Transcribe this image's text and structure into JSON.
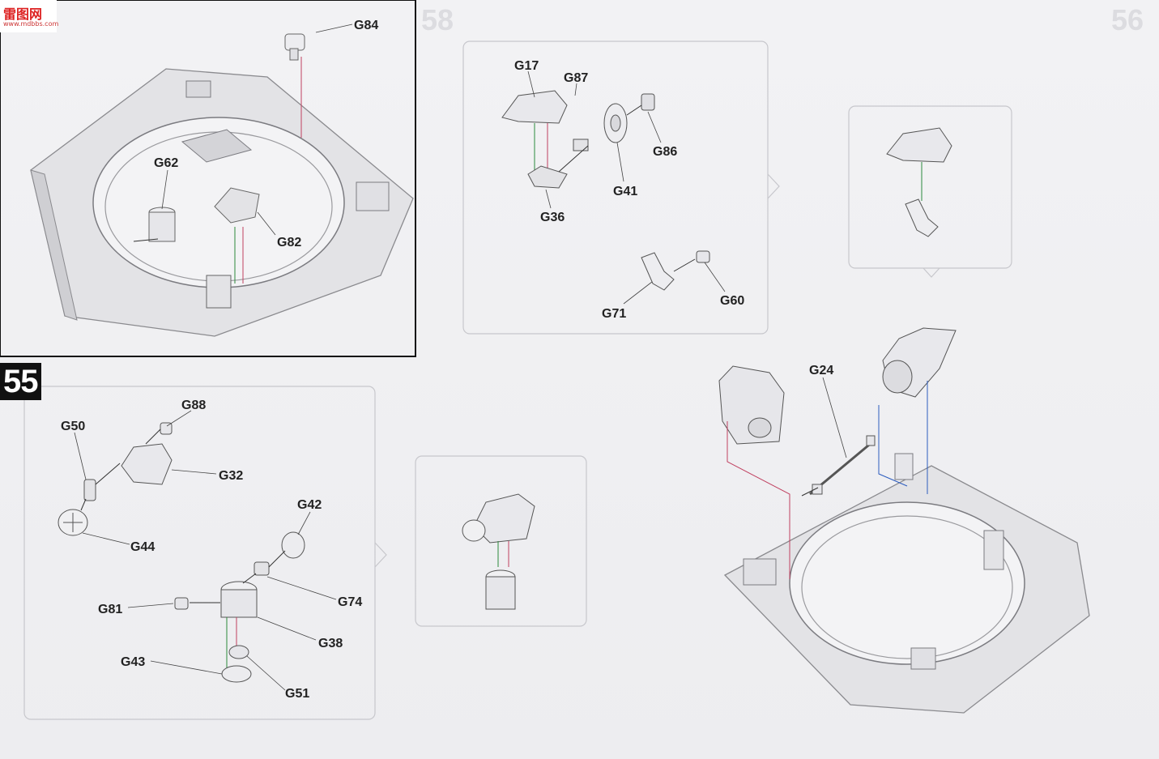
{
  "watermark": {
    "logo_text": "雷图网",
    "logo_url": "www.mdbbs.com"
  },
  "steps": {
    "step_55": "55",
    "ghost_56": "56",
    "ghost_58": "58"
  },
  "labels": {
    "G84": "G84",
    "G62": "G62",
    "G82": "G82",
    "G17": "G17",
    "G87": "G87",
    "G86": "G86",
    "G41": "G41",
    "G36": "G36",
    "G71": "G71",
    "G60": "G60",
    "G88": "G88",
    "G50": "G50",
    "G32": "G32",
    "G42": "G42",
    "G44": "G44",
    "G74": "G74",
    "G81": "G81",
    "G38": "G38",
    "G43": "G43",
    "G51": "G51",
    "G24": "G24"
  }
}
